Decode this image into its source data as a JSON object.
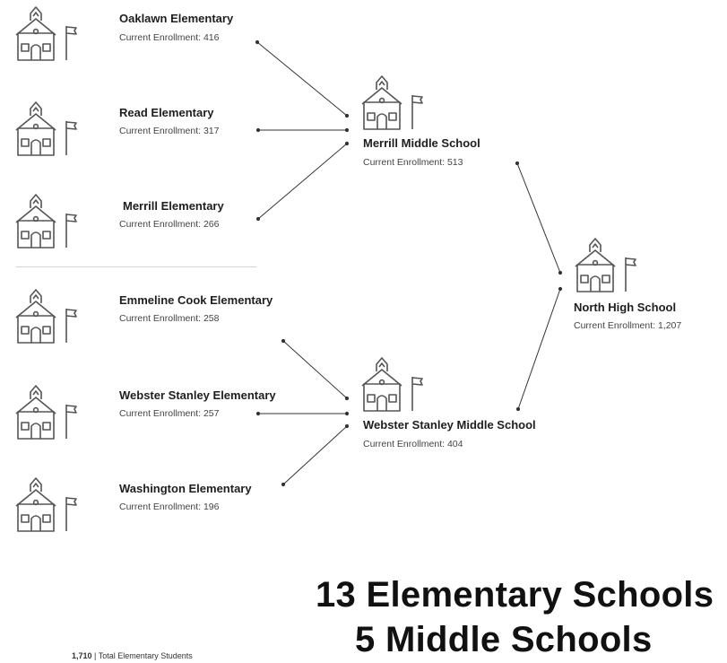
{
  "elementary": [
    {
      "name": "Oaklawn Elementary",
      "enrollment": "Current Enrollment: 416"
    },
    {
      "name": "Read Elementary",
      "enrollment": "Current Enrollment: 317"
    },
    {
      "name": "Merrill Elementary",
      "enrollment": "Current Enrollment: 266"
    },
    {
      "name": "Emmeline Cook Elementary",
      "enrollment": "Current Enrollment: 258"
    },
    {
      "name": "Webster Stanley Elementary",
      "enrollment": "Current Enrollment: 257"
    },
    {
      "name": "Washington Elementary",
      "enrollment": "Current Enrollment: 196"
    }
  ],
  "middle": [
    {
      "name": "Merrill Middle School",
      "enrollment": "Current Enrollment: 513"
    },
    {
      "name": "Webster Stanley Middle School",
      "enrollment": "Current Enrollment: 404"
    }
  ],
  "high": {
    "name": "North High School",
    "enrollment": "Current Enrollment: 1,207"
  },
  "summary": {
    "elementary_count": "13 Elementary Schools",
    "middle_count": "5 Middle Schools"
  },
  "total": {
    "value": "1,710",
    "separator": "|",
    "label": "Total Elementary Students"
  }
}
